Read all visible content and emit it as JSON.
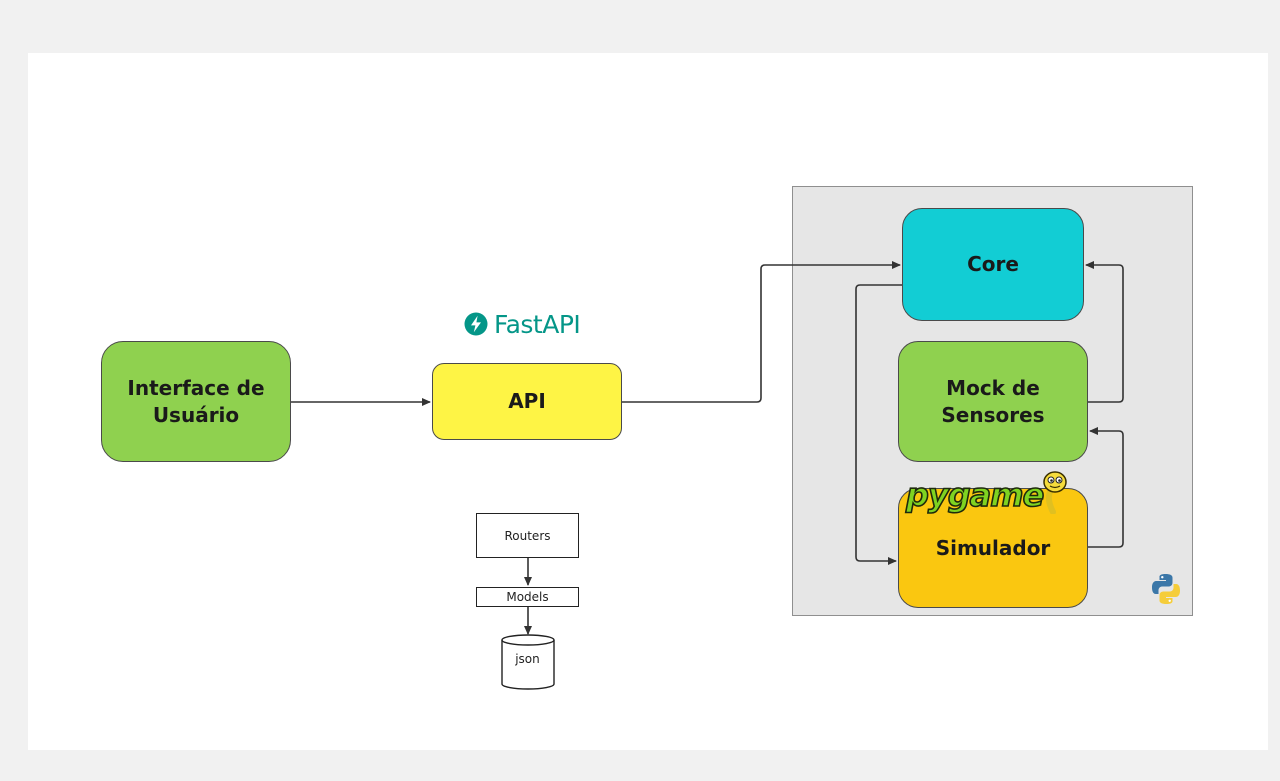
{
  "nodes": {
    "user_interface": "Interface de\nUsuário",
    "api": "API",
    "core": "Core",
    "sensor_mock": "Mock de\nSensores",
    "simulator": "Simulador"
  },
  "api_structure": {
    "routers": "Routers",
    "models": "Models",
    "storage": "json"
  },
  "logos": {
    "fastapi": "FastAPI",
    "pygame": "pygame",
    "python": "python-logo"
  },
  "colors": {
    "user_interface": "#8fd14f",
    "api": "#fef445",
    "core": "#12cdd4",
    "sensor_mock": "#8fd14f",
    "simulator": "#fac710",
    "group_background": "#e6e6e6",
    "fastapi": "#049688"
  }
}
